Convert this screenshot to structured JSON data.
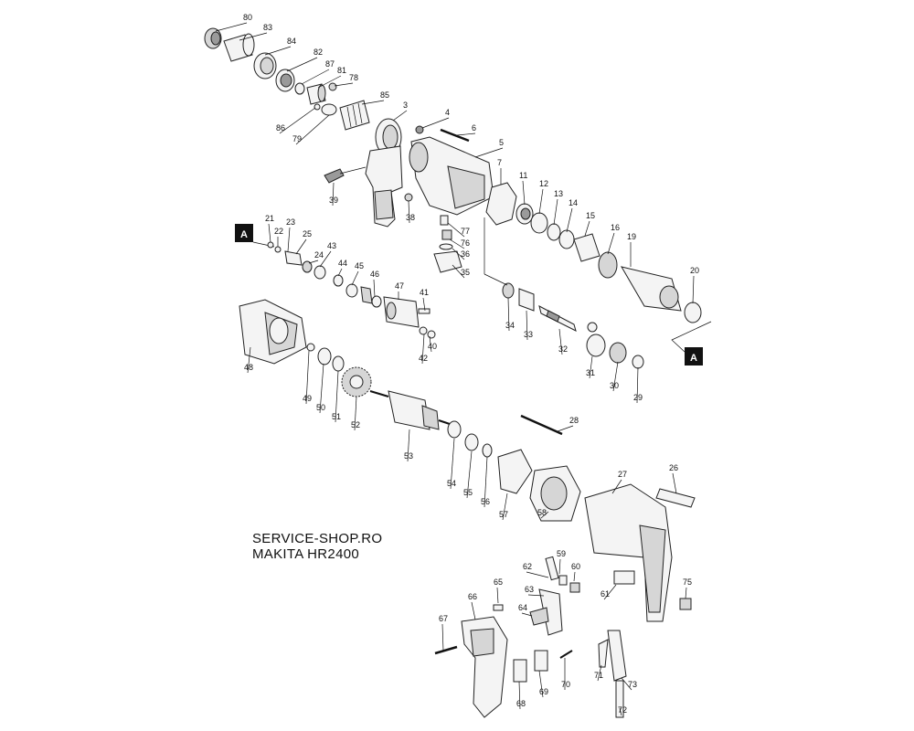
{
  "caption": {
    "line1": "SERVICE-SHOP.RO",
    "line2": "MAKITA HR2400"
  },
  "ref_tags": [
    "A",
    "A"
  ],
  "part_numbers": [
    "80",
    "83",
    "84",
    "82",
    "87",
    "81",
    "78",
    "85",
    "86",
    "79",
    "3",
    "4",
    "6",
    "5",
    "39",
    "38",
    "77",
    "76",
    "36",
    "35",
    "7",
    "11",
    "12",
    "13",
    "14",
    "15",
    "16",
    "19",
    "20",
    "21",
    "22",
    "23",
    "25",
    "24",
    "43",
    "44",
    "45",
    "46",
    "47",
    "41",
    "40",
    "42",
    "48",
    "49",
    "50",
    "51",
    "52",
    "53",
    "34",
    "33",
    "32",
    "31",
    "30",
    "29",
    "28",
    "26",
    "27",
    "54",
    "55",
    "56",
    "57",
    "58",
    "59",
    "60",
    "62",
    "63",
    "64",
    "61",
    "65",
    "66",
    "67",
    "68",
    "69",
    "70",
    "71",
    "72",
    "73",
    "75"
  ]
}
